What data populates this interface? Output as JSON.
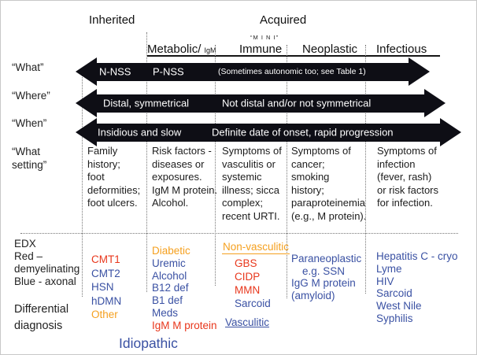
{
  "colors": {
    "red": "#e8371c",
    "blue": "#3a51a3",
    "orange": "#f5a01f"
  },
  "top": {
    "inherited": "Inherited",
    "acquired": "Acquired",
    "mini": "“M I N I”",
    "metabolic": "Metabolic/",
    "metabolic_sub": "IgM",
    "immune": "Immune",
    "neoplastic": "Neoplastic",
    "infectious": "Infectious"
  },
  "row_labels": {
    "what": "“What”",
    "where": "“Where”",
    "when": "“When”",
    "what_setting": "“What\nsetting”",
    "edx": "EDX\nRed –\ndemyelinating\nBlue - axonal",
    "differential": "Differential\ndiagnosis"
  },
  "arrows": [
    {
      "t1": "N-NSS",
      "t2": "P-NSS",
      "t3": "(Sometimes autonomic too; see Table 1)"
    },
    {
      "t1": "Distal, symmetrical",
      "t2": "Not distal and/or not symmetrical"
    },
    {
      "t1": "Insidious and slow",
      "t2": "Definite date of onset, rapid progression"
    }
  ],
  "settings": {
    "inherited": "Family\nhistory;\nfoot\ndeformities;\nfoot ulcers.",
    "metabolic": "Risk factors -\ndiseases or\nexposures.\nIgM M protein.\nAlcohol.",
    "immune": "Symptoms of\nvasculitis or\nsystemic\nillness; sicca\ncomplex;\nrecent URTI.",
    "neoplastic": "Symptoms of\ncancer;\nsmoking\nhistory;\nparaproteinemia\n(e.g., M protein).",
    "infectious": "Symptoms of\ninfection\n(fever, rash)\nor risk factors\nfor infection."
  },
  "diagnosis": {
    "inherited": [
      {
        "text": "CMT1",
        "color": "red"
      },
      {
        "text": "CMT2",
        "color": "blue"
      },
      {
        "text": "HSN",
        "color": "blue"
      },
      {
        "text": "hDMN",
        "color": "blue"
      },
      {
        "text": "Other",
        "color": "orange"
      }
    ],
    "metabolic": [
      {
        "text": "Diabetic",
        "color": "orange"
      },
      {
        "text": "Uremic",
        "color": "blue"
      },
      {
        "text": "Alcohol",
        "color": "blue"
      },
      {
        "text": "B12 def",
        "color": "blue"
      },
      {
        "text": "B1 def",
        "color": "blue"
      },
      {
        "text": "Meds",
        "color": "blue"
      },
      {
        "text": "IgM M protein",
        "color": "red"
      }
    ],
    "immune_header": {
      "text": "Non-vasculitic",
      "color": "orange"
    },
    "immune": [
      {
        "text": "GBS",
        "color": "red"
      },
      {
        "text": "CIDP",
        "color": "red"
      },
      {
        "text": "MMN",
        "color": "red"
      },
      {
        "text": "Sarcoid",
        "color": "blue"
      }
    ],
    "immune_footer": {
      "text": "Vasculitic",
      "color": "blue"
    },
    "neoplastic": [
      {
        "text": "Paraneoplastic",
        "color": "blue"
      },
      {
        "text": "e.g. SSN",
        "color": "blue"
      },
      {
        "text": "IgG M protein",
        "color": "blue"
      },
      {
        "text": "(amyloid)",
        "color": "blue"
      }
    ],
    "infectious": [
      {
        "text": "Hepatitis C - cryo",
        "color": "blue"
      },
      {
        "text": "Lyme",
        "color": "blue"
      },
      {
        "text": "HIV",
        "color": "blue"
      },
      {
        "text": "Sarcoid",
        "color": "blue"
      },
      {
        "text": "West Nile",
        "color": "blue"
      },
      {
        "text": "Syphilis",
        "color": "blue"
      }
    ],
    "idiopathic": {
      "text": "Idiopathic",
      "color": "blue"
    }
  }
}
